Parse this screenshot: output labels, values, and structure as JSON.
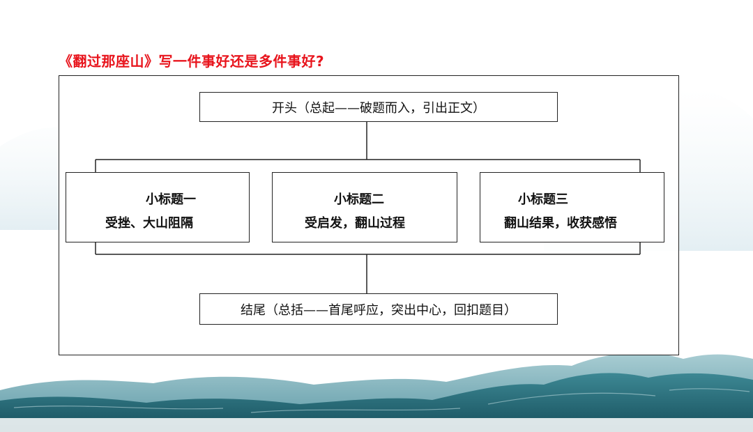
{
  "title": "《翻过那座山》写一件事好还是多件事好?",
  "diagram": {
    "opening": "开头（总起——破题而入，引出正文）",
    "sections": [
      {
        "heading": "小标题一",
        "text": "受挫、大山阻隔"
      },
      {
        "heading": "小标题二",
        "text": "受启发，翻山过程"
      },
      {
        "heading": "小标题三",
        "text": "翻山结果，收获感悟"
      }
    ],
    "ending": "结尾（总括——首尾呼应，突出中心，回扣题目）"
  },
  "colors": {
    "title": "#e8141c",
    "mountain_dark": "#1f6a78",
    "mountain_light": "#8fbfc8",
    "mist": "#e3eef2"
  }
}
